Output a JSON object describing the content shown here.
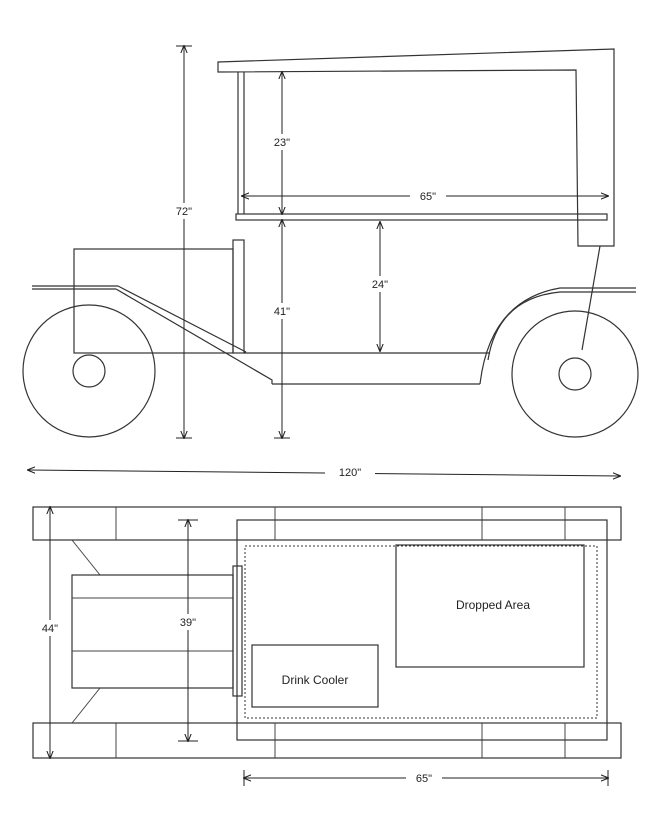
{
  "side_view": {
    "dims": {
      "overall_height": "72\"",
      "top_section": "23\"",
      "bottom_section": "41\"",
      "seat_back": "24\"",
      "roof_length": "65\"",
      "overall_length": "120\""
    }
  },
  "top_view": {
    "dims": {
      "overall_width": "44\"",
      "inner_width": "39\"",
      "bed_length": "65\""
    },
    "labels": {
      "dropped_area": "Dropped Area",
      "drink_cooler": "Drink Cooler"
    }
  }
}
